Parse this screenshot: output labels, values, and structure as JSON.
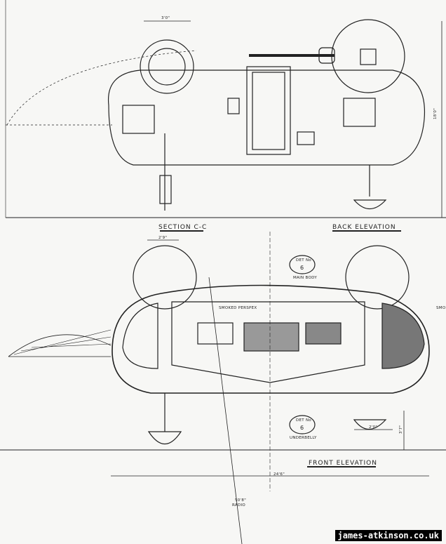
{
  "back_view": {
    "section_label": "SECTION C-C",
    "elevation_label": "BACK ELEVATION",
    "pod_width_dim": "3'0\"",
    "height_dim": "18'0\""
  },
  "front_view": {
    "elevation_label": "FRONT ELEVATION",
    "pod_width_dim": "2'9\"",
    "main_body_detail": {
      "title": "DET No",
      "number": "6",
      "caption": "MAIN BODY"
    },
    "underbelly_detail": {
      "title": "DET No",
      "number": "6",
      "caption": "UNDERBELLY"
    },
    "window_note": "SMOKED PERSPEX",
    "side_note": "SMO",
    "foot_width_dim": "2'0\"",
    "foot_height_dim": "3'7\"",
    "length_dim": "24'6\"",
    "radius_note": "50'8\"",
    "radius_caption": "RADIO"
  },
  "watermark": "james-atkinson.co.uk"
}
